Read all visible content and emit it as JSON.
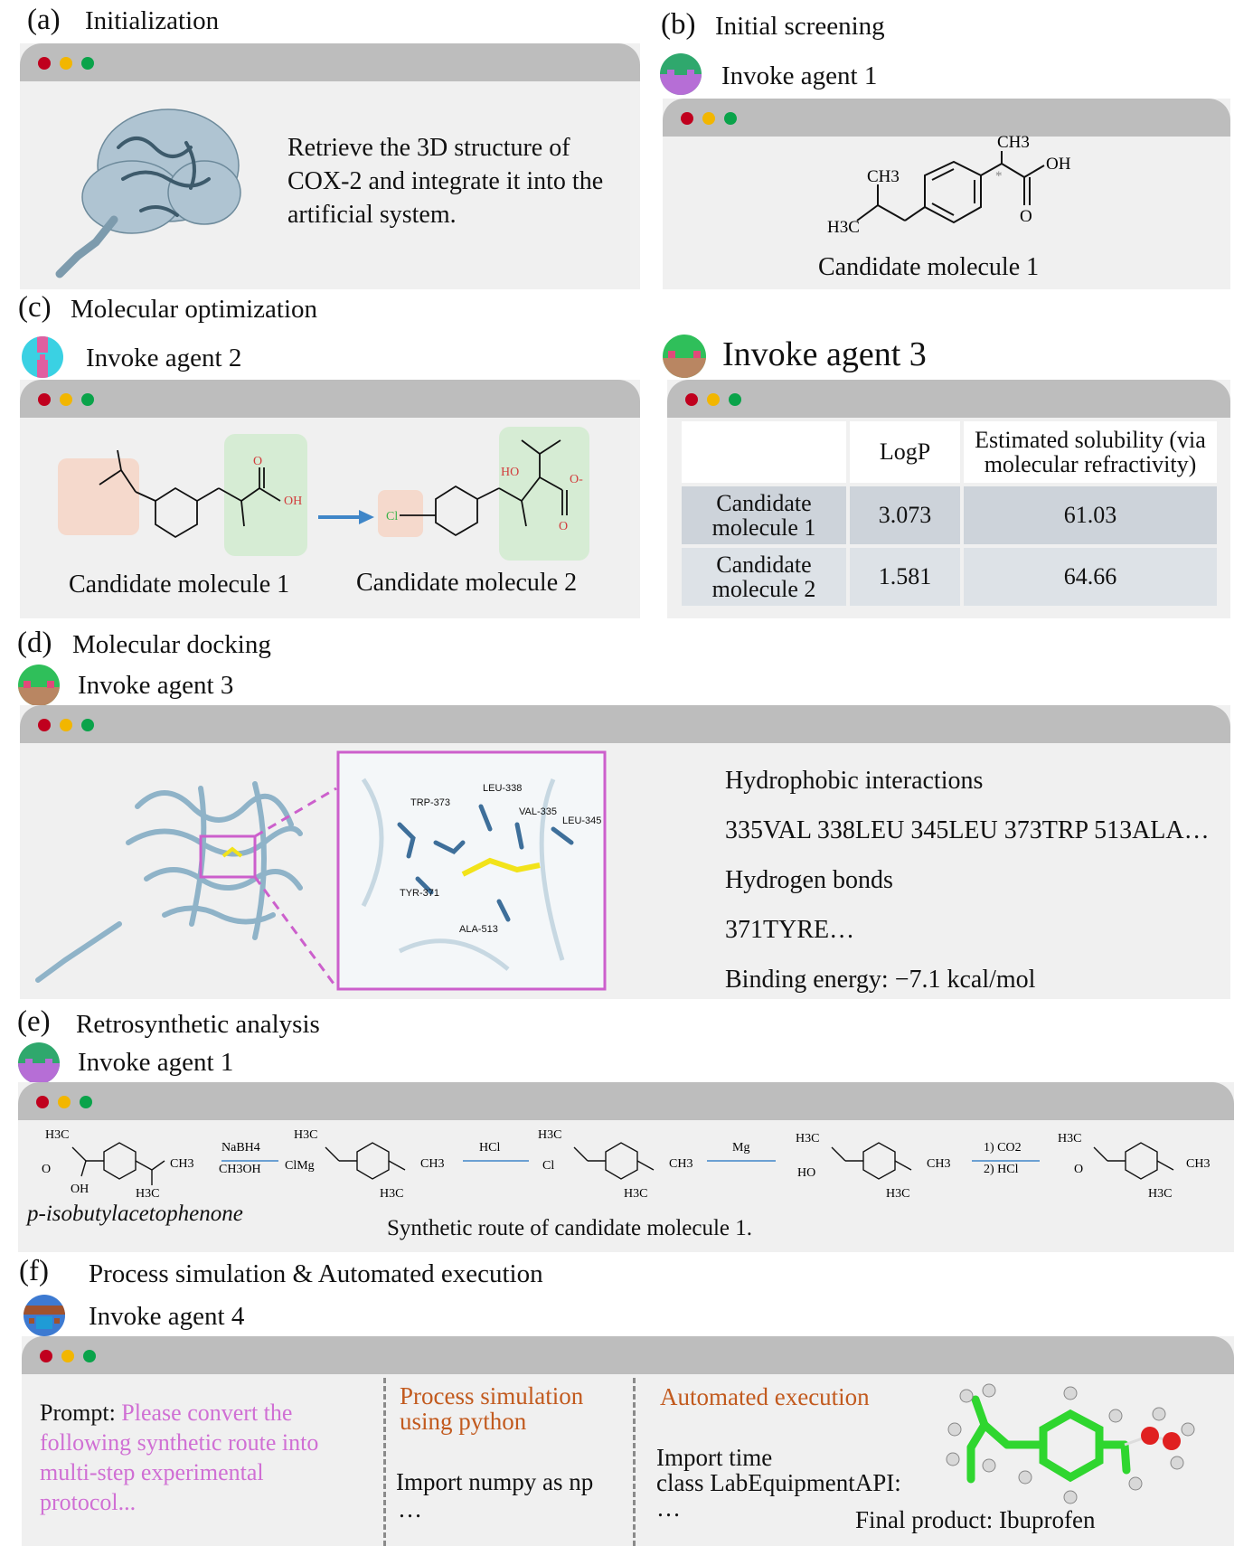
{
  "a": {
    "letter": "(a)",
    "title": "Initialization",
    "text": "Retrieve the 3D structure of COX-2 and integrate it into the artificial system."
  },
  "b": {
    "letter": "(b)",
    "title": "Initial screening",
    "agent": "Invoke agent 1",
    "caption": "Candidate molecule 1",
    "atoms": {
      "ch3_top": "CH3",
      "oh": "OH",
      "o": "O",
      "ch3_left": "CH3",
      "h3c": "H3C",
      "star": "*"
    }
  },
  "c": {
    "letter": "(c)",
    "title": "Molecular optimization",
    "agent": "Invoke agent 2",
    "caption1": "Candidate molecule 1",
    "caption2": "Candidate molecule 2",
    "atoms": {
      "o1": "O",
      "oh1": "OH",
      "cl": "Cl",
      "ho": "HO",
      "o_minus": "O-",
      "o2": "O"
    }
  },
  "c3": {
    "agent": "Invoke agent 3",
    "table": {
      "headers": [
        "",
        "LogP",
        "Estimated solubility (via molecular refractivity)"
      ],
      "rows": [
        [
          "Candidate molecule 1",
          "3.073",
          "61.03"
        ],
        [
          "Candidate molecule 2",
          "1.581",
          "64.66"
        ]
      ]
    }
  },
  "d": {
    "letter": "(d)",
    "title": "Molecular docking",
    "agent": "Invoke agent 3",
    "residues": [
      "TRP-373",
      "LEU-338",
      "VAL-335",
      "LEU-345",
      "TYR-371",
      "ALA-513"
    ],
    "lines": [
      "Hydrophobic interactions",
      "335VAL 338LEU 345LEU 373TRP 513ALA…",
      "Hydrogen bonds",
      "371TYRE…",
      "Binding energy: −7.1 kcal/mol"
    ]
  },
  "e": {
    "letter": "(e)",
    "title": "Retrosynthetic analysis",
    "agent": "Invoke agent 1",
    "start_name": "p-isobutylacetophenone",
    "route_caption": "Synthetic route of candidate molecule 1.",
    "reagents": {
      "r1_top": "NaBH4",
      "r1_bottom": "CH3OH",
      "r2": "HCl",
      "r3": "Mg",
      "r4_top": "1) CO2",
      "r4_bottom": "2) HCl"
    },
    "atoms": {
      "h3c": "H3C",
      "ch3": "CH3",
      "o": "O",
      "oh": "OH",
      "clmg": "ClMg",
      "cl": "Cl",
      "ho": "HO"
    }
  },
  "f": {
    "letter": "(f)",
    "title": "Process simulation & Automated execution",
    "agent": "Invoke agent 4",
    "prompt_label": "Prompt: ",
    "prompt_text": "Please convert the following synthetic route into multi-step experimental protocol...",
    "sim_title": "Process simulation using python",
    "sim_code": "Import numpy as np",
    "sim_more": "…",
    "exec_title": "Automated execution",
    "exec_code1": "Import time",
    "exec_code2": "class LabEquipmentAPI:",
    "exec_more": "…",
    "final": "Final product: Ibuprofen"
  },
  "colors": {
    "pink": "#d06fd4",
    "orange": "#c25a1e",
    "window_bar": "#bdbdbd",
    "window_body": "#f0f0f0",
    "dot_red": "#c0001e",
    "dot_yellow": "#f2b600",
    "dot_green": "#0aa34a",
    "protein": "#8fb3c8"
  }
}
